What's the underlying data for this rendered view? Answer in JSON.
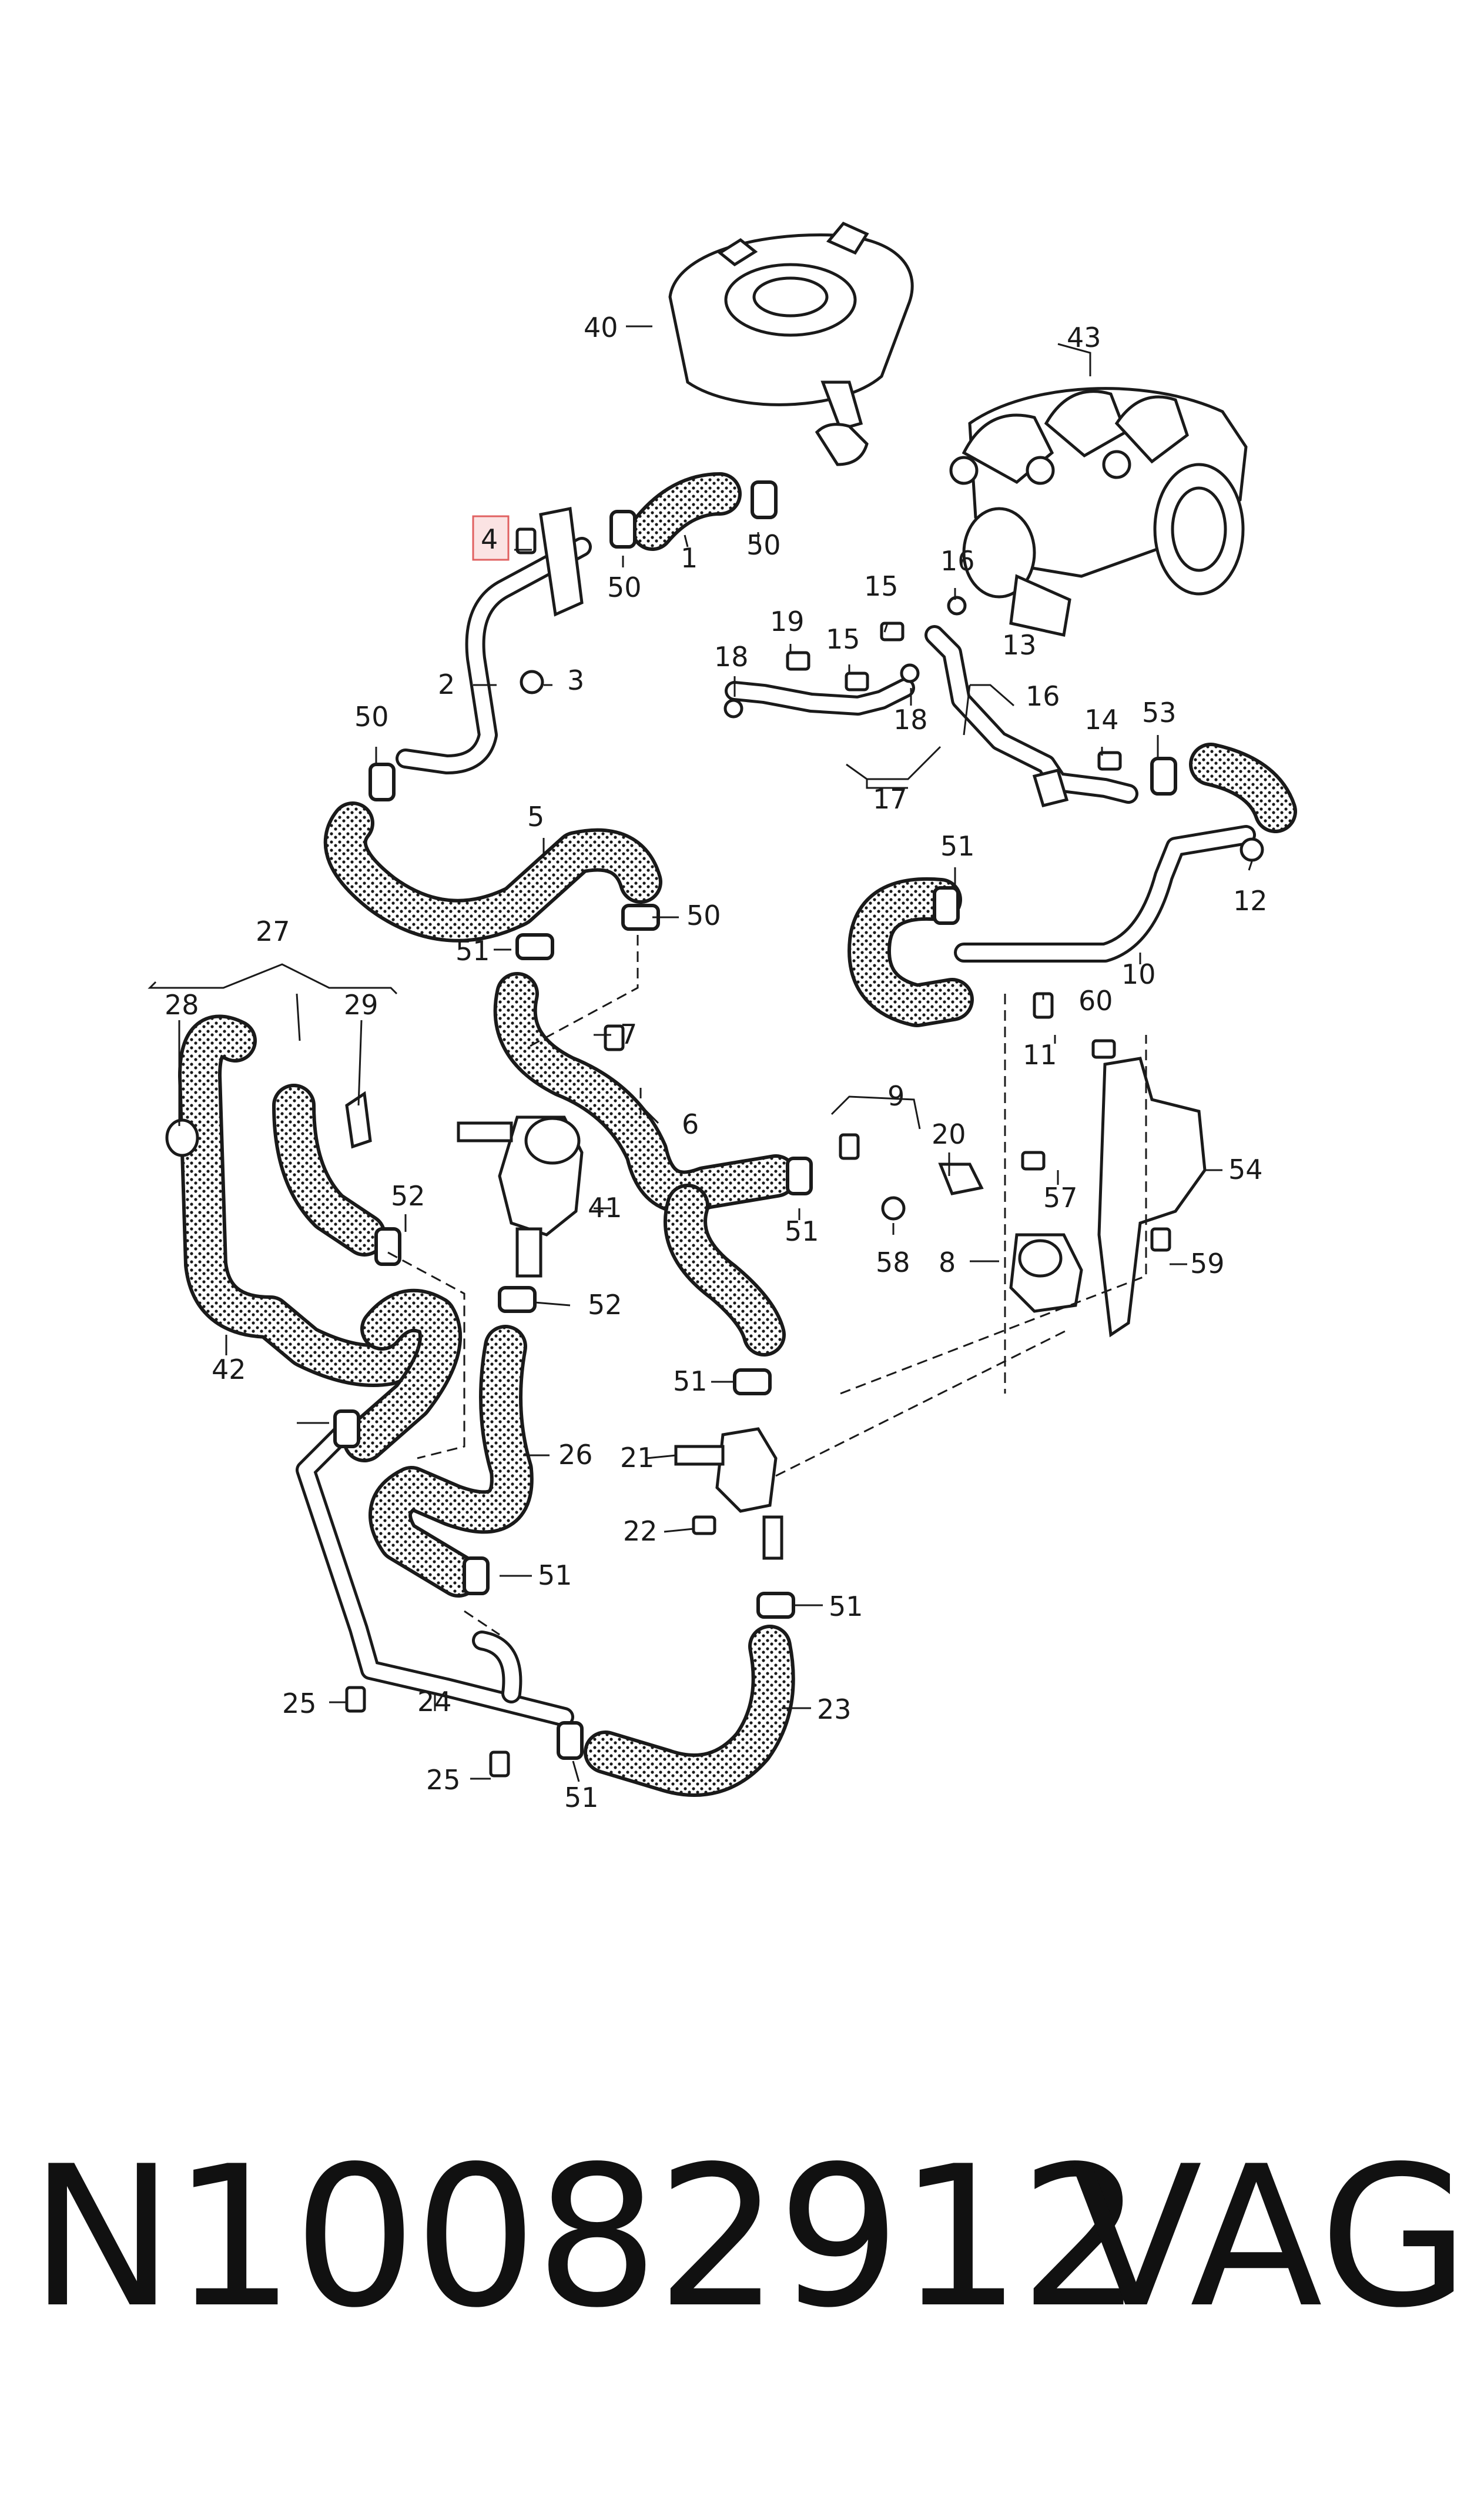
{
  "callouts": [
    "40",
    "43",
    "4",
    "50",
    "1",
    "50",
    "15",
    "16",
    "19",
    "15",
    "13",
    "2",
    "3",
    "18",
    "16",
    "18",
    "14",
    "17",
    "50",
    "53",
    "5",
    "51",
    "12",
    "50",
    "51",
    "10",
    "27",
    "28",
    "29",
    "7",
    "11",
    "60",
    "6",
    "9",
    "20",
    "52",
    "41",
    "57",
    "54",
    "51",
    "58",
    "8",
    "59",
    "52",
    "42",
    "51",
    "26",
    "21",
    "22",
    "51",
    "51",
    "25",
    "24",
    "23",
    "25",
    "51"
  ],
  "footer": {
    "code": "N10082912",
    "brand": "VAG"
  }
}
